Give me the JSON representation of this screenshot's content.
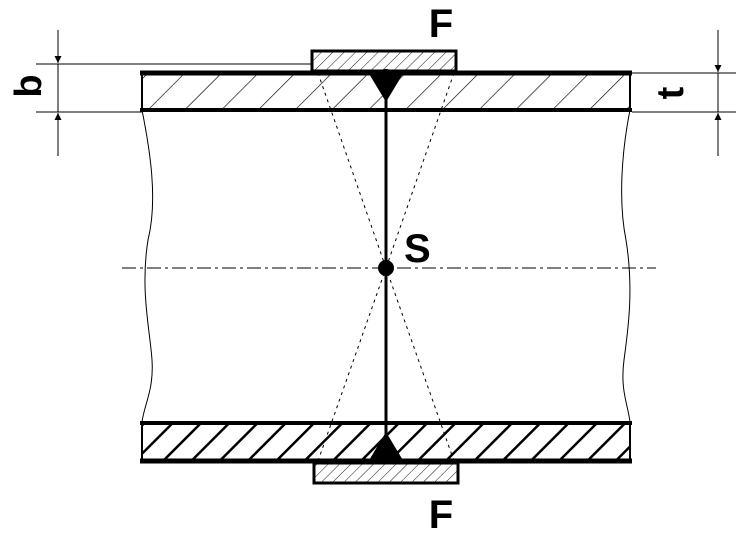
{
  "labels": {
    "force_top": "F",
    "force_bottom": "F",
    "center": "S",
    "dim_b": "b",
    "dim_t": "t"
  },
  "colors": {
    "ink": "#000000",
    "paper": "#ffffff"
  }
}
